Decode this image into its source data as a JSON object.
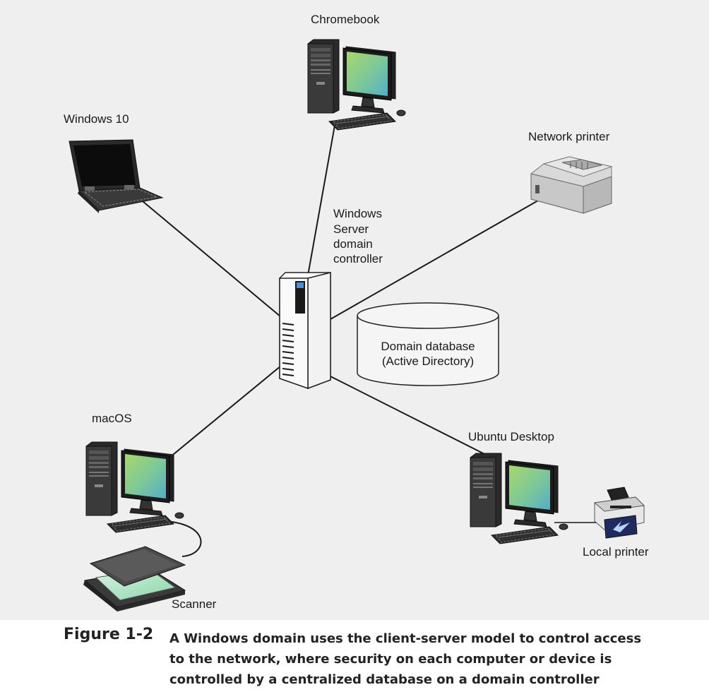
{
  "nodes": {
    "chromebook": "Chromebook",
    "windows10": "Windows 10",
    "network_printer": "Network printer",
    "server": [
      "Windows",
      "Server",
      "domain",
      "controller"
    ],
    "database": [
      "Domain database",
      "(Active Directory)"
    ],
    "macos": "macOS",
    "ubuntu": "Ubuntu Desktop",
    "local_printer": "Local printer",
    "scanner": "Scanner"
  },
  "caption": {
    "number": "Figure 1-2",
    "text": "A Windows domain uses the client-server model to control access to the network, where security on each computer or device is controlled by a centralized database on a domain controller"
  },
  "colors": {
    "background": "#efefef",
    "line": "#1a1a1a",
    "screen_top": "#9ad468",
    "screen_bottom": "#5bb3c7"
  }
}
